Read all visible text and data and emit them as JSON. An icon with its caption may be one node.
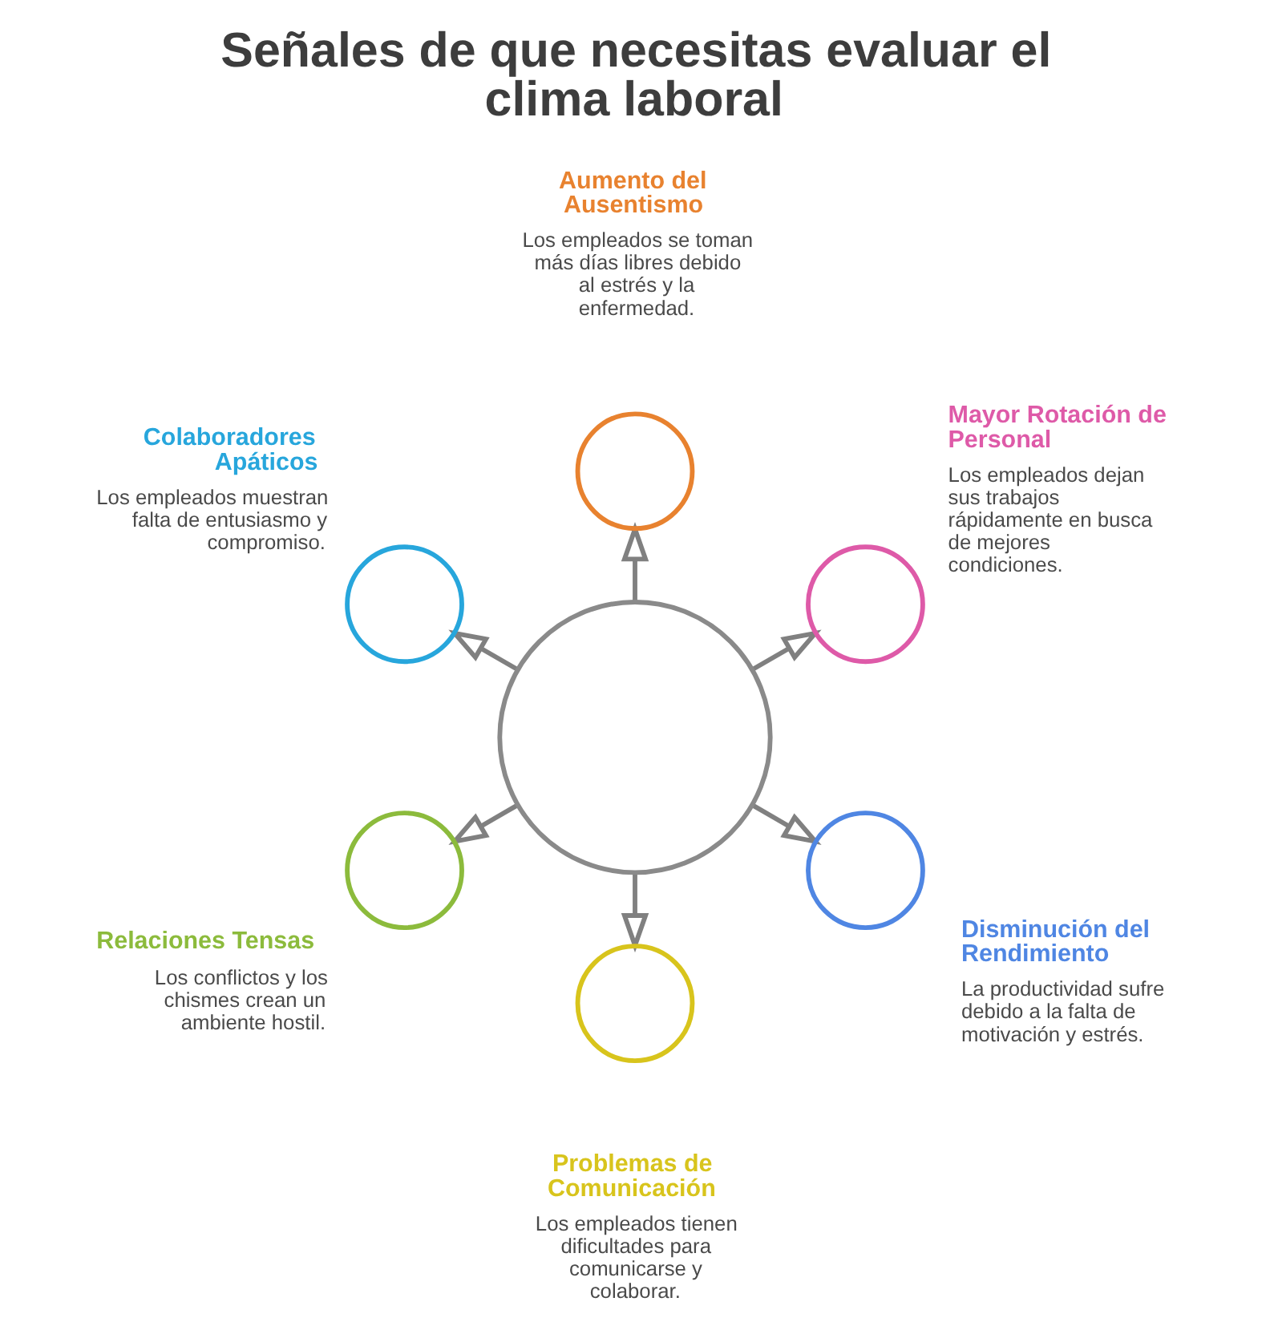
{
  "diagram": {
    "title": "Señales de que necesitas evaluar el clima laboral",
    "nodes": [
      {
        "text": [],
        "shape": "circle"
      },
      {
        "text": [],
        "shape": "circle",
        "beside": [
          "Aumento del Ausentismo",
          "Los empleados se toman más días libres debido al estrés y la enfermedad."
        ]
      },
      {
        "text": [],
        "shape": "circle",
        "beside": [
          "Mayor Rotación de Personal",
          "Los empleados dejan sus trabajos rápidamente en busca de mejores condiciones."
        ]
      },
      {
        "text": [],
        "shape": "circle",
        "beside": [
          "Disminución del Rendimiento",
          "La productividad sufre debido a la falta de motivación y estrés."
        ]
      },
      {
        "text": [],
        "shape": "circle",
        "beside": [
          "Problemas de Comunicación",
          "Los empleados tienen dificultades para comunicarse y colaborar."
        ]
      },
      {
        "text": [],
        "shape": "circle",
        "beside": [
          "Relaciones Tensas",
          "Los conflictos y los chismes crean un ambiente hostil."
        ]
      },
      {
        "text": [],
        "shape": "circle",
        "beside": [
          "Colaboradores Apáticos",
          "Los empleados muestran falta de entusiasmo y compromiso."
        ]
      }
    ],
    "edges": [
      {
        "from": 0,
        "to": 1,
        "arrow": "to"
      },
      {
        "from": 0,
        "to": 2,
        "arrow": "to"
      },
      {
        "from": 0,
        "to": 3,
        "arrow": "to"
      },
      {
        "from": 0,
        "to": 4,
        "arrow": "to"
      },
      {
        "from": 0,
        "to": 5,
        "arrow": "to"
      },
      {
        "from": 0,
        "to": 6,
        "arrow": "to"
      }
    ]
  }
}
